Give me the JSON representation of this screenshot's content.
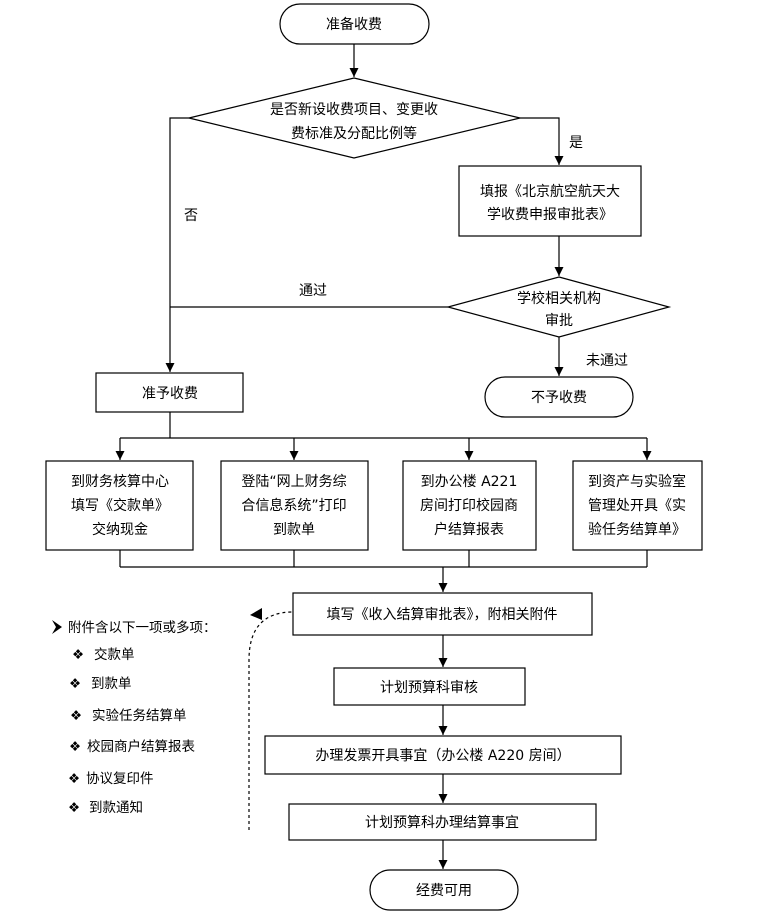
{
  "nodes": {
    "start": "准备收费",
    "decision_new": [
      "是否新设收费项目、变更收",
      "费标准及分配比例等"
    ],
    "fill_form": [
      "填报《北京航空航天大",
      "学收费申报审批表》"
    ],
    "approval": [
      "学校相关机构",
      "审批"
    ],
    "allow": "准予收费",
    "deny": "不予收费",
    "branch1": [
      "到财务核算中心",
      "填写《交款单》",
      "交纳现金"
    ],
    "branch2": [
      "登陆“网上财务综",
      "合信息系统”打印",
      "到款单"
    ],
    "branch3": [
      "到办公楼 A221",
      "房间打印校园商",
      "户结算报表"
    ],
    "branch4": [
      "到资产与实验室",
      "管理处开具《实",
      "验任务结算单》"
    ],
    "settlement": "填写《收入结算审批表》，附相关附件",
    "plan_review": "计划预算科审核",
    "invoice": "办理发票开具事宜（办公楼 A220 房间）",
    "plan_settle": "计划预算科办理结算事宜",
    "end": "经费可用"
  },
  "edge_labels": {
    "yes": "是",
    "no": "否",
    "passed": "通过",
    "not_passed": "未通过"
  },
  "attachments": {
    "title": "附件含以下一项或多项：",
    "items": [
      "交款单",
      "到款单",
      "实验任务结算单",
      "校园商户结算报表",
      "协议复印件",
      "到款通知"
    ]
  }
}
